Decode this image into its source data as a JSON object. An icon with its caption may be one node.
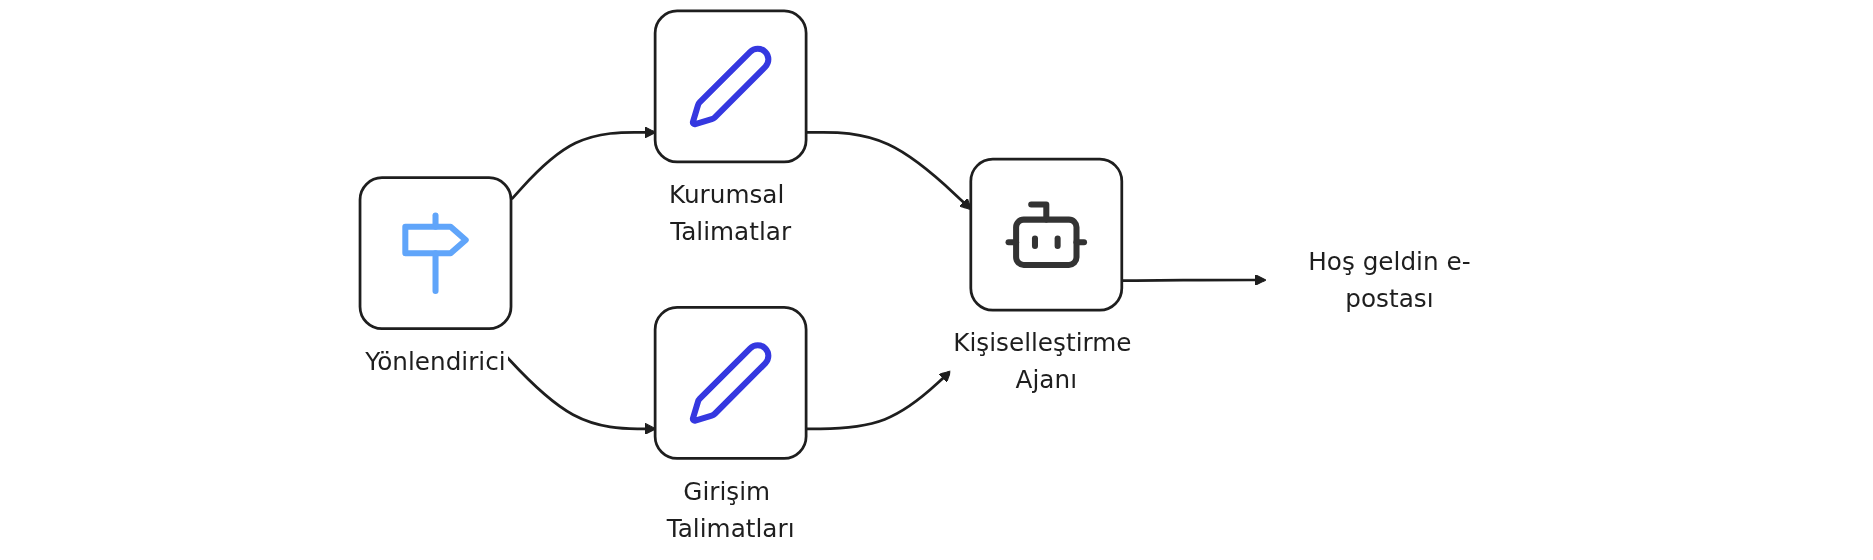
{
  "diagram": {
    "nodes": [
      {
        "text": [
          "Yönlendirici"
        ]
      },
      {
        "text": [
          "Kurumsal Talimatlar"
        ]
      },
      {
        "text": [
          "Girişim Talimatları"
        ]
      },
      {
        "text": [
          "Kişiselleştirme Ajanı"
        ]
      },
      {
        "text": [
          "Hoş geldin e-postası"
        ]
      }
    ],
    "edges": [
      {
        "from": 0,
        "to": 1,
        "arrow": "to"
      },
      {
        "from": 0,
        "to": 2,
        "arrow": "to"
      },
      {
        "from": 1,
        "to": 3,
        "arrow": "to"
      },
      {
        "from": 2,
        "to": 3,
        "arrow": "to"
      },
      {
        "from": 3,
        "to": 4,
        "arrow": "to"
      }
    ]
  }
}
